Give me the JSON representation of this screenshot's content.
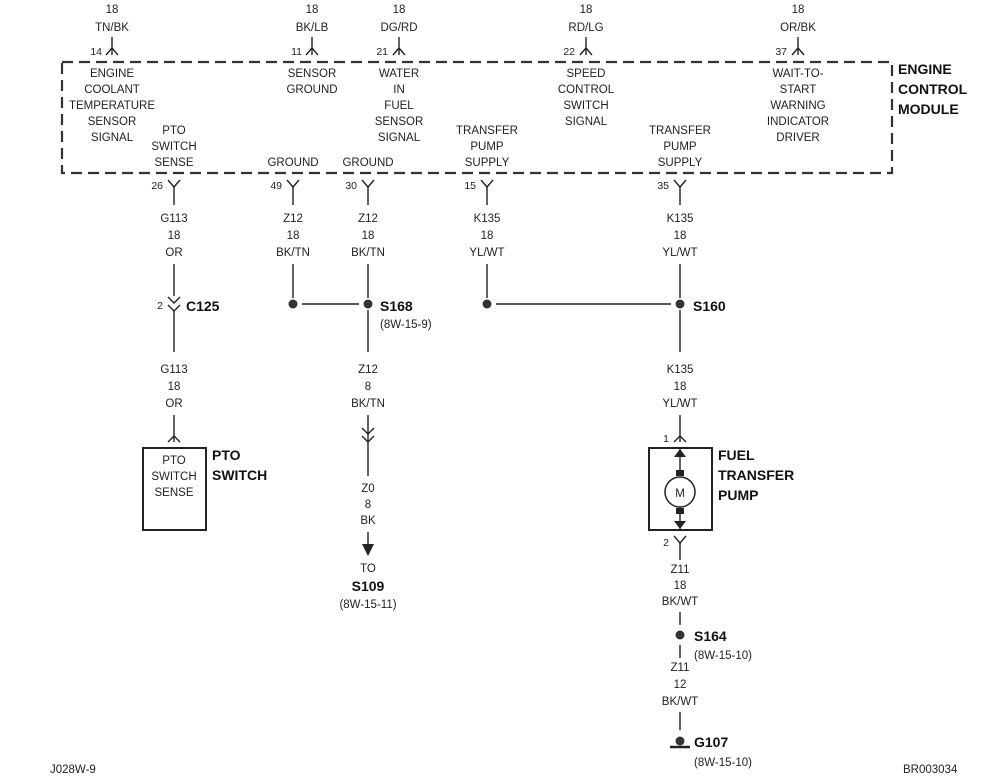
{
  "module": {
    "name_lines": [
      "ENGINE",
      "CONTROL",
      "MODULE"
    ],
    "top_circuits": [
      {
        "pin": "14",
        "gauge": "18",
        "color": "TN/BK",
        "label": [
          "ENGINE",
          "COOLANT",
          "TEMPERATURE",
          "SENSOR",
          "SIGNAL"
        ]
      },
      {
        "pin": "11",
        "gauge": "18",
        "color": "BK/LB",
        "label": [
          "SENSOR",
          "GROUND"
        ]
      },
      {
        "pin": "21",
        "gauge": "18",
        "color": "DG/RD",
        "label": [
          "WATER",
          "IN",
          "FUEL",
          "SENSOR",
          "SIGNAL"
        ]
      },
      {
        "pin": "22",
        "gauge": "18",
        "color": "RD/LG",
        "label": [
          "SPEED",
          "CONTROL",
          "SWITCH",
          "SIGNAL"
        ]
      },
      {
        "pin": "37",
        "gauge": "18",
        "color": "OR/BK",
        "label": [
          "WAIT-TO-",
          "START",
          "WARNING",
          "INDICATOR",
          "DRIVER"
        ]
      }
    ],
    "bottom_circuits": [
      {
        "pin": "26",
        "label": [
          "PTO",
          "SWITCH",
          "SENSE"
        ],
        "wire": [
          "G113",
          "18",
          "OR"
        ]
      },
      {
        "pin": "49",
        "label": [
          "GROUND"
        ],
        "wire": [
          "Z12",
          "18",
          "BK/TN"
        ]
      },
      {
        "pin": "30",
        "label": [
          "GROUND"
        ],
        "wire": [
          "Z12",
          "18",
          "BK/TN"
        ]
      },
      {
        "pin": "15",
        "label": [
          "TRANSFER",
          "PUMP",
          "SUPPLY"
        ],
        "wire": [
          "K135",
          "18",
          "YL/WT"
        ]
      },
      {
        "pin": "35",
        "label": [
          "TRANSFER",
          "PUMP",
          "SUPPLY"
        ],
        "wire": [
          "K135",
          "18",
          "YL/WT"
        ]
      }
    ]
  },
  "connector_c125": {
    "name": "C125",
    "pin": "2"
  },
  "pto_wire_lower": [
    "G113",
    "18",
    "OR"
  ],
  "pto_switch": {
    "name_lines": [
      "PTO",
      "SWITCH"
    ],
    "inner_lines": [
      "PTO",
      "SWITCH",
      "SENSE"
    ]
  },
  "splice_s168": {
    "name": "S168",
    "ref": "(8W-15-9)"
  },
  "s168_wire_lower": [
    "Z12",
    "8",
    "BK/TN"
  ],
  "s109_wire": [
    "Z0",
    "8",
    "BK"
  ],
  "to_s109": {
    "to": "TO",
    "name": "S109",
    "ref": "(8W-15-11)"
  },
  "splice_s160": {
    "name": "S160"
  },
  "pump_wire_upper": [
    "K135",
    "18",
    "YL/WT"
  ],
  "fuel_pump": {
    "name_lines": [
      "FUEL",
      "TRANSFER",
      "PUMP"
    ],
    "motor": "M",
    "pin_top": "1",
    "pin_bottom": "2"
  },
  "pump_ground_wire": [
    "Z11",
    "18",
    "BK/WT"
  ],
  "splice_s164": {
    "name": "S164",
    "ref": "(8W-15-10)"
  },
  "s164_wire_lower": [
    "Z11",
    "12",
    "BK/WT"
  ],
  "ground_g107": {
    "name": "G107",
    "ref": "(8W-15-10)"
  },
  "footer": {
    "left": "J028W-9",
    "right": "BR003034"
  }
}
